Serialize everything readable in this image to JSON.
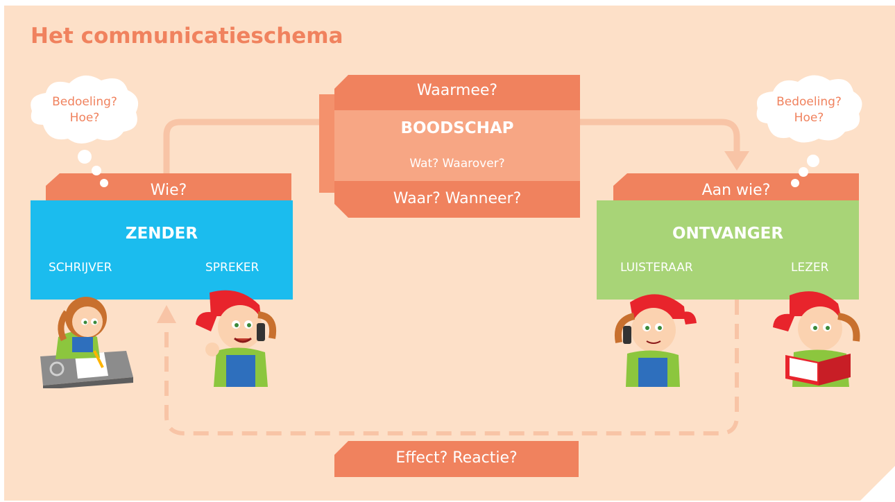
{
  "title": "Het communicatieschema",
  "colors": {
    "background": "#fde0c8",
    "accent": "#f0825e",
    "message_body": "#f7a684",
    "sender": "#1bbcee",
    "receiver": "#a8d477",
    "arrow": "#f8c4a6"
  },
  "sender_thought": {
    "line1": "Bedoeling?",
    "line2": "Hoe?"
  },
  "receiver_thought": {
    "line1": "Bedoeling?",
    "line2": "Hoe?"
  },
  "message": {
    "top_label": "Waarmee?",
    "heading": "BOODSCHAP",
    "sub_label": "Wat? Waarover?",
    "bottom_label": "Waar? Wanneer?"
  },
  "sender": {
    "tab_label": "Wie?",
    "heading": "ZENDER",
    "roles": [
      "SCHRIJVER",
      "SPREKER"
    ]
  },
  "receiver": {
    "tab_label": "Aan wie?",
    "heading": "ONTVANGER",
    "roles": [
      "LUISTERAAR",
      "LEZER"
    ]
  },
  "feedback": {
    "label": "Effect? Reactie?"
  },
  "people": [
    {
      "icon": "girl-writing-icon"
    },
    {
      "icon": "girl-phone-speaking-icon"
    },
    {
      "icon": "girl-phone-listening-icon"
    },
    {
      "icon": "girl-reading-icon"
    }
  ]
}
